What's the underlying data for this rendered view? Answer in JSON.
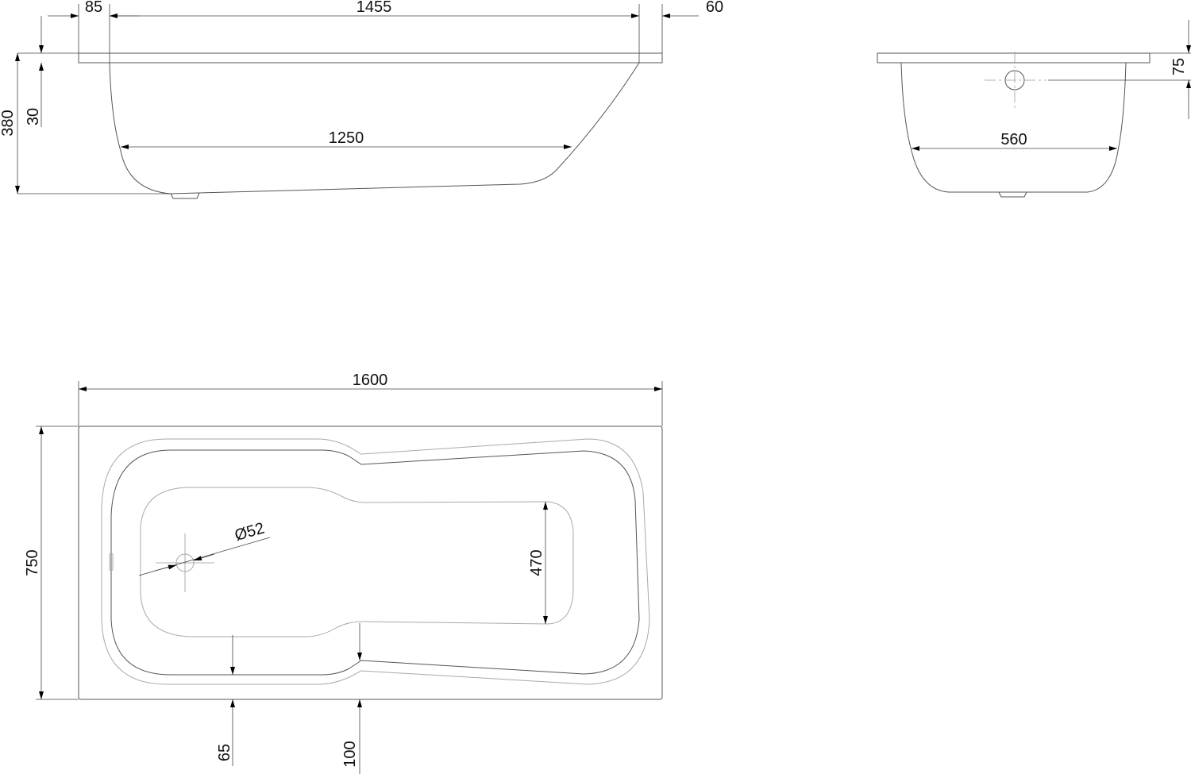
{
  "side_view": {
    "dim_left_overhang": "85",
    "dim_inner_top_length": "1455",
    "dim_right_overhang": "60",
    "dim_total_height": "380",
    "dim_rim_thickness": "30",
    "dim_bottom_length": "1250"
  },
  "end_view": {
    "dim_overflow_height": "75",
    "dim_bottom_width": "560"
  },
  "plan_view": {
    "dim_total_length": "1600",
    "dim_total_width": "750",
    "dim_drain_diameter": "Ø52",
    "dim_foot_width": "470",
    "dim_edge_offset": "65",
    "dim_narrow_offset": "100"
  }
}
